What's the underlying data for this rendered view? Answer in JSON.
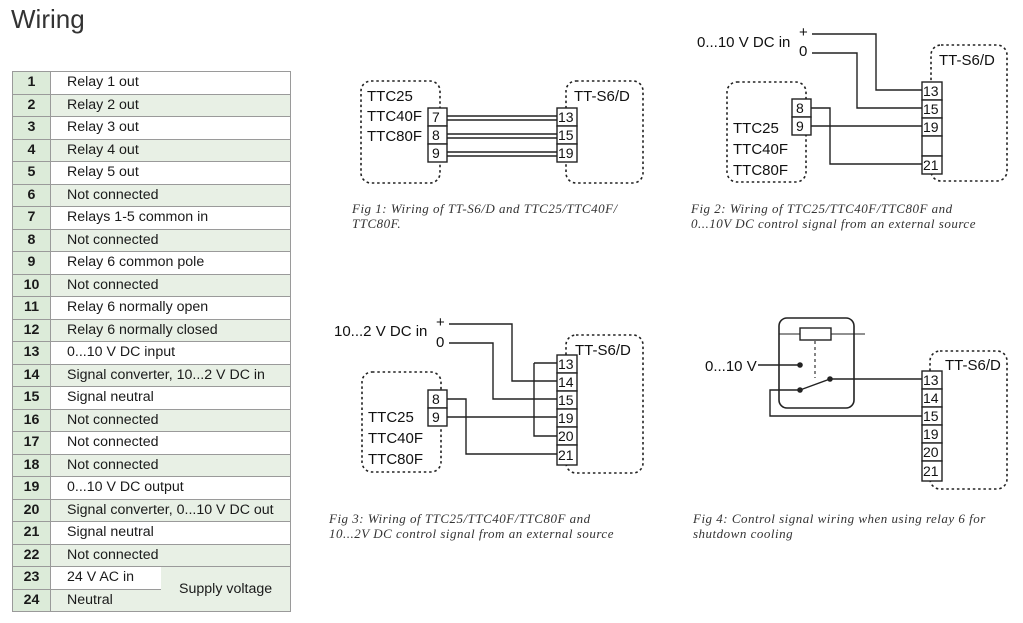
{
  "page": {
    "title": "Wiring"
  },
  "terminals": [
    {
      "num": "1",
      "desc": "Relay 1 out"
    },
    {
      "num": "2",
      "desc": "Relay 2 out"
    },
    {
      "num": "3",
      "desc": "Relay 3 out"
    },
    {
      "num": "4",
      "desc": "Relay 4 out"
    },
    {
      "num": "5",
      "desc": "Relay 5 out"
    },
    {
      "num": "6",
      "desc": "Not connected"
    },
    {
      "num": "7",
      "desc": "Relays 1-5 common in"
    },
    {
      "num": "8",
      "desc": "Not connected"
    },
    {
      "num": "9",
      "desc": "Relay 6 common pole"
    },
    {
      "num": "10",
      "desc": "Not connected"
    },
    {
      "num": "11",
      "desc": "Relay 6 normally open"
    },
    {
      "num": "12",
      "desc": "Relay 6 normally closed"
    },
    {
      "num": "13",
      "desc": "0...10 V DC input"
    },
    {
      "num": "14",
      "desc": "Signal converter, 10...2 V DC in"
    },
    {
      "num": "15",
      "desc": "Signal neutral"
    },
    {
      "num": "16",
      "desc": "Not connected"
    },
    {
      "num": "17",
      "desc": "Not connected"
    },
    {
      "num": "18",
      "desc": "Not connected"
    },
    {
      "num": "19",
      "desc": "0...10 V DC output"
    },
    {
      "num": "20",
      "desc": "Signal converter, 0...10 V DC out"
    },
    {
      "num": "21",
      "desc": "Signal neutral"
    },
    {
      "num": "22",
      "desc": "Not connected"
    },
    {
      "num": "23",
      "desc": "24 V AC in"
    },
    {
      "num": "24",
      "desc": "Neutral"
    }
  ],
  "supply_group_label": "Supply voltage",
  "labels": {
    "ttc25": "TTC25",
    "ttc40f": "TTC40F",
    "ttc80f": "TTC80F",
    "tts6d": "TT-S6/D",
    "in_0_10": "0...10 V DC in",
    "in_10_2": "10...2 V DC in",
    "in_0_10_short": "0...10 V",
    "plus": "+",
    "zero": "0"
  },
  "terminal_numbers": {
    "t7": "7",
    "t8": "8",
    "t9": "9",
    "t13": "13",
    "t14": "14",
    "t15": "15",
    "t19": "19",
    "t20": "20",
    "t21": "21"
  },
  "captions": {
    "fig1_line1": "Fig 1: Wiring of TT-S6/D and TTC25/TTC40F/",
    "fig1_line2": "TTC80F.",
    "fig2_line1": "Fig 2: Wiring of TTC25/TTC40F/TTC80F and",
    "fig2_line2": "0...10V DC control signal from an external source",
    "fig3_line1": "Fig 3: Wiring of TTC25/TTC40F/TTC80F and",
    "fig3_line2": "10...2V DC control signal from an external source",
    "fig4_line1": "Fig 4: Control signal wiring when using relay 6 for",
    "fig4_line2": "shutdown cooling"
  }
}
